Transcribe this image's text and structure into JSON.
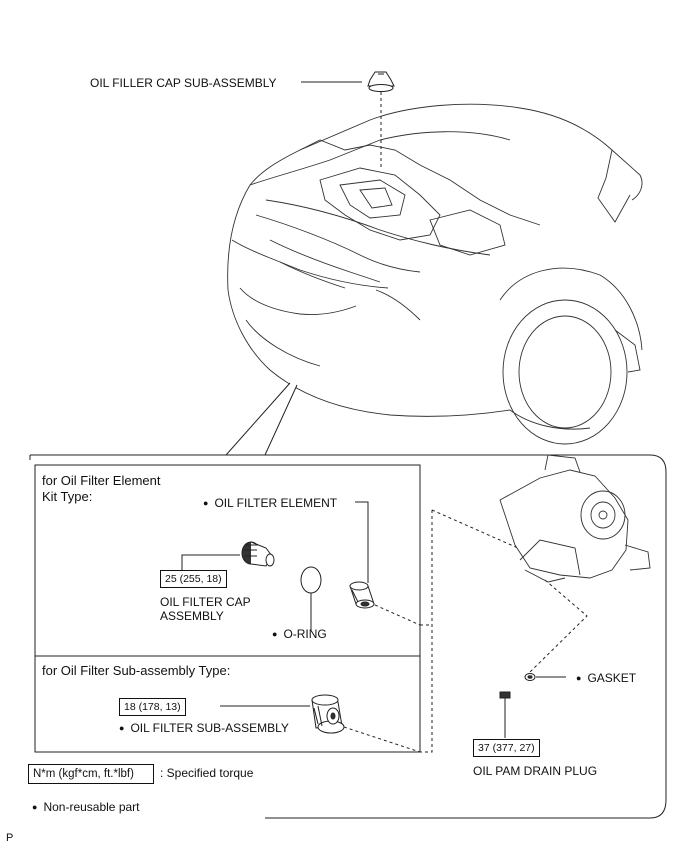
{
  "labels": {
    "oil_filler_cap": "OIL FILLER CAP SUB-ASSEMBLY",
    "element_kit_title_line1": "for Oil Filter Element",
    "element_kit_title_line2": "Kit Type:",
    "oil_filter_element": "OIL FILTER ELEMENT",
    "cap_torque": "25 (255, 18)",
    "cap_assembly_line1": "OIL FILTER CAP",
    "cap_assembly_line2": "ASSEMBLY",
    "o_ring": "O-RING",
    "sub_assembly_title": "for Oil Filter Sub-assembly Type:",
    "sub_assembly_torque": "18 (178, 13)",
    "oil_filter_sub_assembly": "OIL FILTER SUB-ASSEMBLY",
    "gasket": "GASKET",
    "drain_plug_torque": "37 (377, 27)",
    "drain_plug": "OIL PAM DRAIN PLUG",
    "legend_torque_unit": "N*m (kgf*cm, ft.*lbf)",
    "legend_torque_text": ": Specified torque",
    "legend_nonreusable": "Non-reusable part",
    "corner_mark": "P"
  }
}
